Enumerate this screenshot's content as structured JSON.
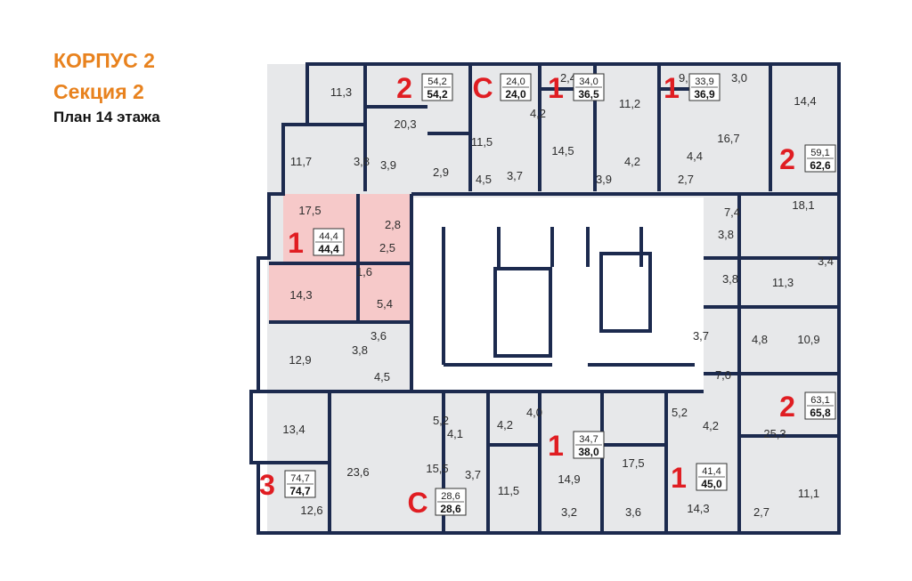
{
  "header": {
    "building": "КОРПУС 2",
    "section": "Секция 2",
    "floor_plan": "План 14 этажа"
  },
  "colors": {
    "accent": "#e8821e",
    "rooms_label": "#e01d22",
    "wall": "#1c2a4e",
    "room_fill": "#e7e8ea",
    "highlight": "#f6c9c9"
  },
  "apartments": [
    {
      "rooms": "2",
      "area_living": "54,2",
      "area_total": "54,2"
    },
    {
      "rooms": "С",
      "area_living": "24,0",
      "area_total": "24,0"
    },
    {
      "rooms": "1",
      "area_living": "34,0",
      "area_total": "36,5"
    },
    {
      "rooms": "1",
      "area_living": "33,9",
      "area_total": "36,9"
    },
    {
      "rooms": "2",
      "area_living": "59,1",
      "area_total": "62,6"
    },
    {
      "rooms": "1",
      "area_living": "44,4",
      "area_total": "44,4",
      "highlighted": true
    },
    {
      "rooms": "2",
      "area_living": "63,1",
      "area_total": "65,8"
    },
    {
      "rooms": "1",
      "area_living": "34,7",
      "area_total": "38,0"
    },
    {
      "rooms": "1",
      "area_living": "41,4",
      "area_total": "45,0"
    },
    {
      "rooms": "С",
      "area_living": "28,6",
      "area_total": "28,6"
    },
    {
      "rooms": "3",
      "area_living": "74,7",
      "area_total": "74,7"
    }
  ],
  "room_areas": [
    "11,3",
    "20,3",
    "11,5",
    "4,2",
    "2,4",
    "11,2",
    "9,9",
    "3,0",
    "14,4",
    "11,7",
    "3,8",
    "3,9",
    "2,9",
    "4,5",
    "3,7",
    "14,5",
    "4,2",
    "3,9",
    "16,7",
    "4,4",
    "2,7",
    "17,5",
    "2,8",
    "2,5",
    "1,6",
    "14,3",
    "5,4",
    "7,4",
    "18,1",
    "3,8",
    "3,8",
    "11,3",
    "3,4",
    "3,6",
    "3,8",
    "12,9",
    "4,5",
    "3,7",
    "4,8",
    "10,9",
    "7,0",
    "13,4",
    "23,6",
    "5,2",
    "4,1",
    "4,2",
    "4,0",
    "5,2",
    "4,2",
    "25,3",
    "15,5",
    "3,7",
    "11,5",
    "14,9",
    "17,5",
    "14,3",
    "11,1",
    "12,6",
    "3,2",
    "3,6",
    "2,7"
  ]
}
